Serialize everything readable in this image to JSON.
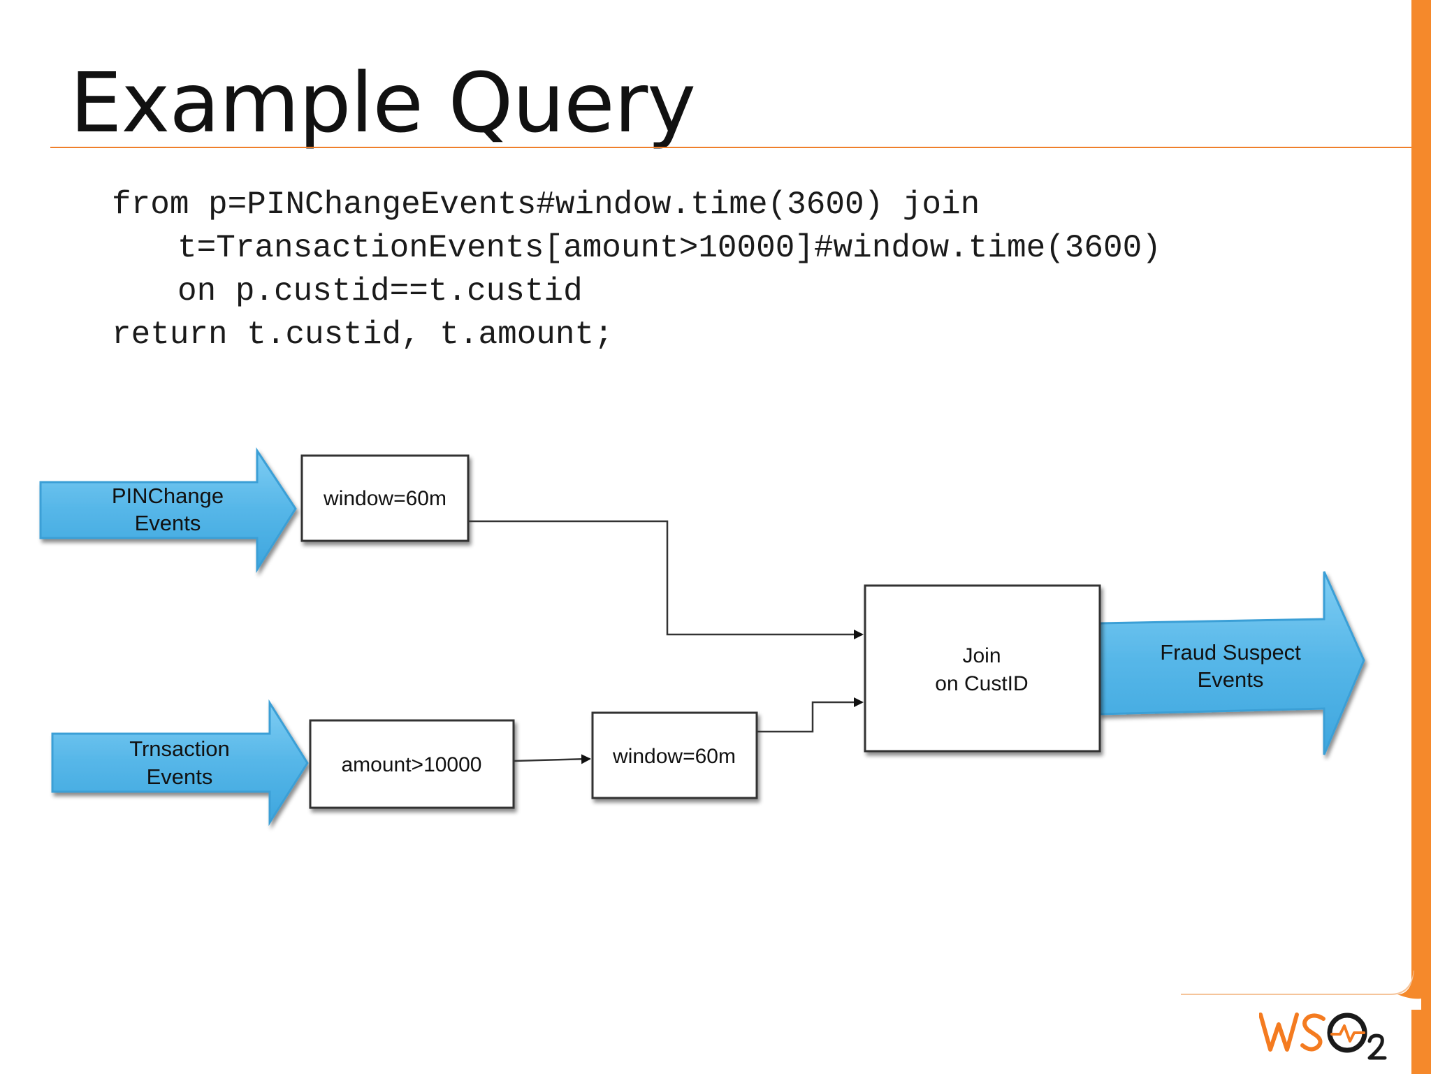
{
  "slide": {
    "title": "Example Query"
  },
  "query": {
    "lines": [
      "from p=PINChangeEvents#window.time(3600) join",
      "t=TransactionEvents[amount>10000]#window.time(3600)",
      "on p.custid==t.custid",
      "return t.custid, t.amount;"
    ]
  },
  "diagram": {
    "inputs": {
      "pin": [
        "PINChange",
        "Events"
      ],
      "txn": [
        "Trnsaction",
        "Events"
      ]
    },
    "boxes": {
      "pin_window": "window=60m",
      "amount_filter": "amount>10000",
      "txn_window": "window=60m",
      "join": [
        "Join",
        "on CustID"
      ]
    },
    "output": [
      "Fraud Suspect",
      "Events"
    ]
  },
  "colors": {
    "accent": "#f5892b",
    "arrow_fill": "#5bb8e8",
    "arrow_stroke": "#3a9fd6"
  },
  "logo": {
    "icon": "wso2-logo-icon"
  }
}
